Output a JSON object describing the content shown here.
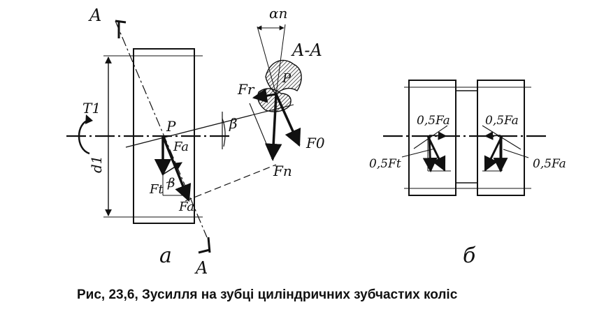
{
  "labels": {
    "section_a_top": "A",
    "section_a_bottom": "A",
    "section_title": "A-A",
    "alpha_n": "αn",
    "p_main": "P",
    "p_section": "P",
    "torque": "T1",
    "diameter": "d1",
    "beta_upper": "β",
    "beta_lower": "β",
    "fr": "Fr",
    "fn": "Fn",
    "fa_right": "F0",
    "fa_small": "Fa",
    "ft": "Ft",
    "fa_bottom": "Fa",
    "half_fa_left": "0,5Fa",
    "half_fa_right": "0,5Fa",
    "half_ft": "0,5Ft",
    "half_f_right": "0,5Fa",
    "sub_a": "a",
    "sub_b": "б"
  },
  "caption": "Рис, 23,6, Зусилля на зубці циліндричних зубчастих коліс"
}
